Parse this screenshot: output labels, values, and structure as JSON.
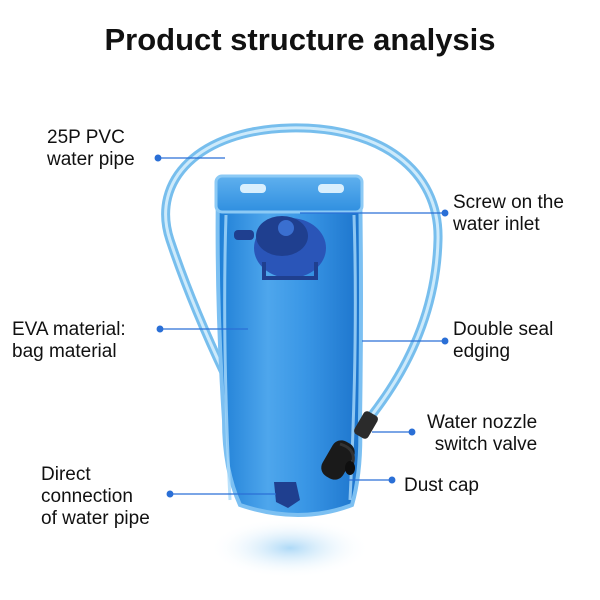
{
  "title": "Product structure analysis",
  "labels": {
    "pvc_pipe": [
      "25P PVC",
      "water pipe"
    ],
    "screw_inlet": [
      "Screw on the",
      "water inlet"
    ],
    "eva_material": [
      "EVA material:",
      "bag material"
    ],
    "double_seal": [
      "Double seal",
      "edging"
    ],
    "nozzle_valve": [
      "Water nozzle",
      "switch valve"
    ],
    "dust_cap": [
      "Dust cap"
    ],
    "direct_connection": [
      "Direct",
      "connection",
      "of water pipe"
    ]
  },
  "colors": {
    "bag": "#2f8fe0",
    "bag_light": "#8cc8f5",
    "tube": "#5fb3ea",
    "cap": "#1f3f8f",
    "valve": "#1a1a1a",
    "leader": "#2a6fd6"
  }
}
